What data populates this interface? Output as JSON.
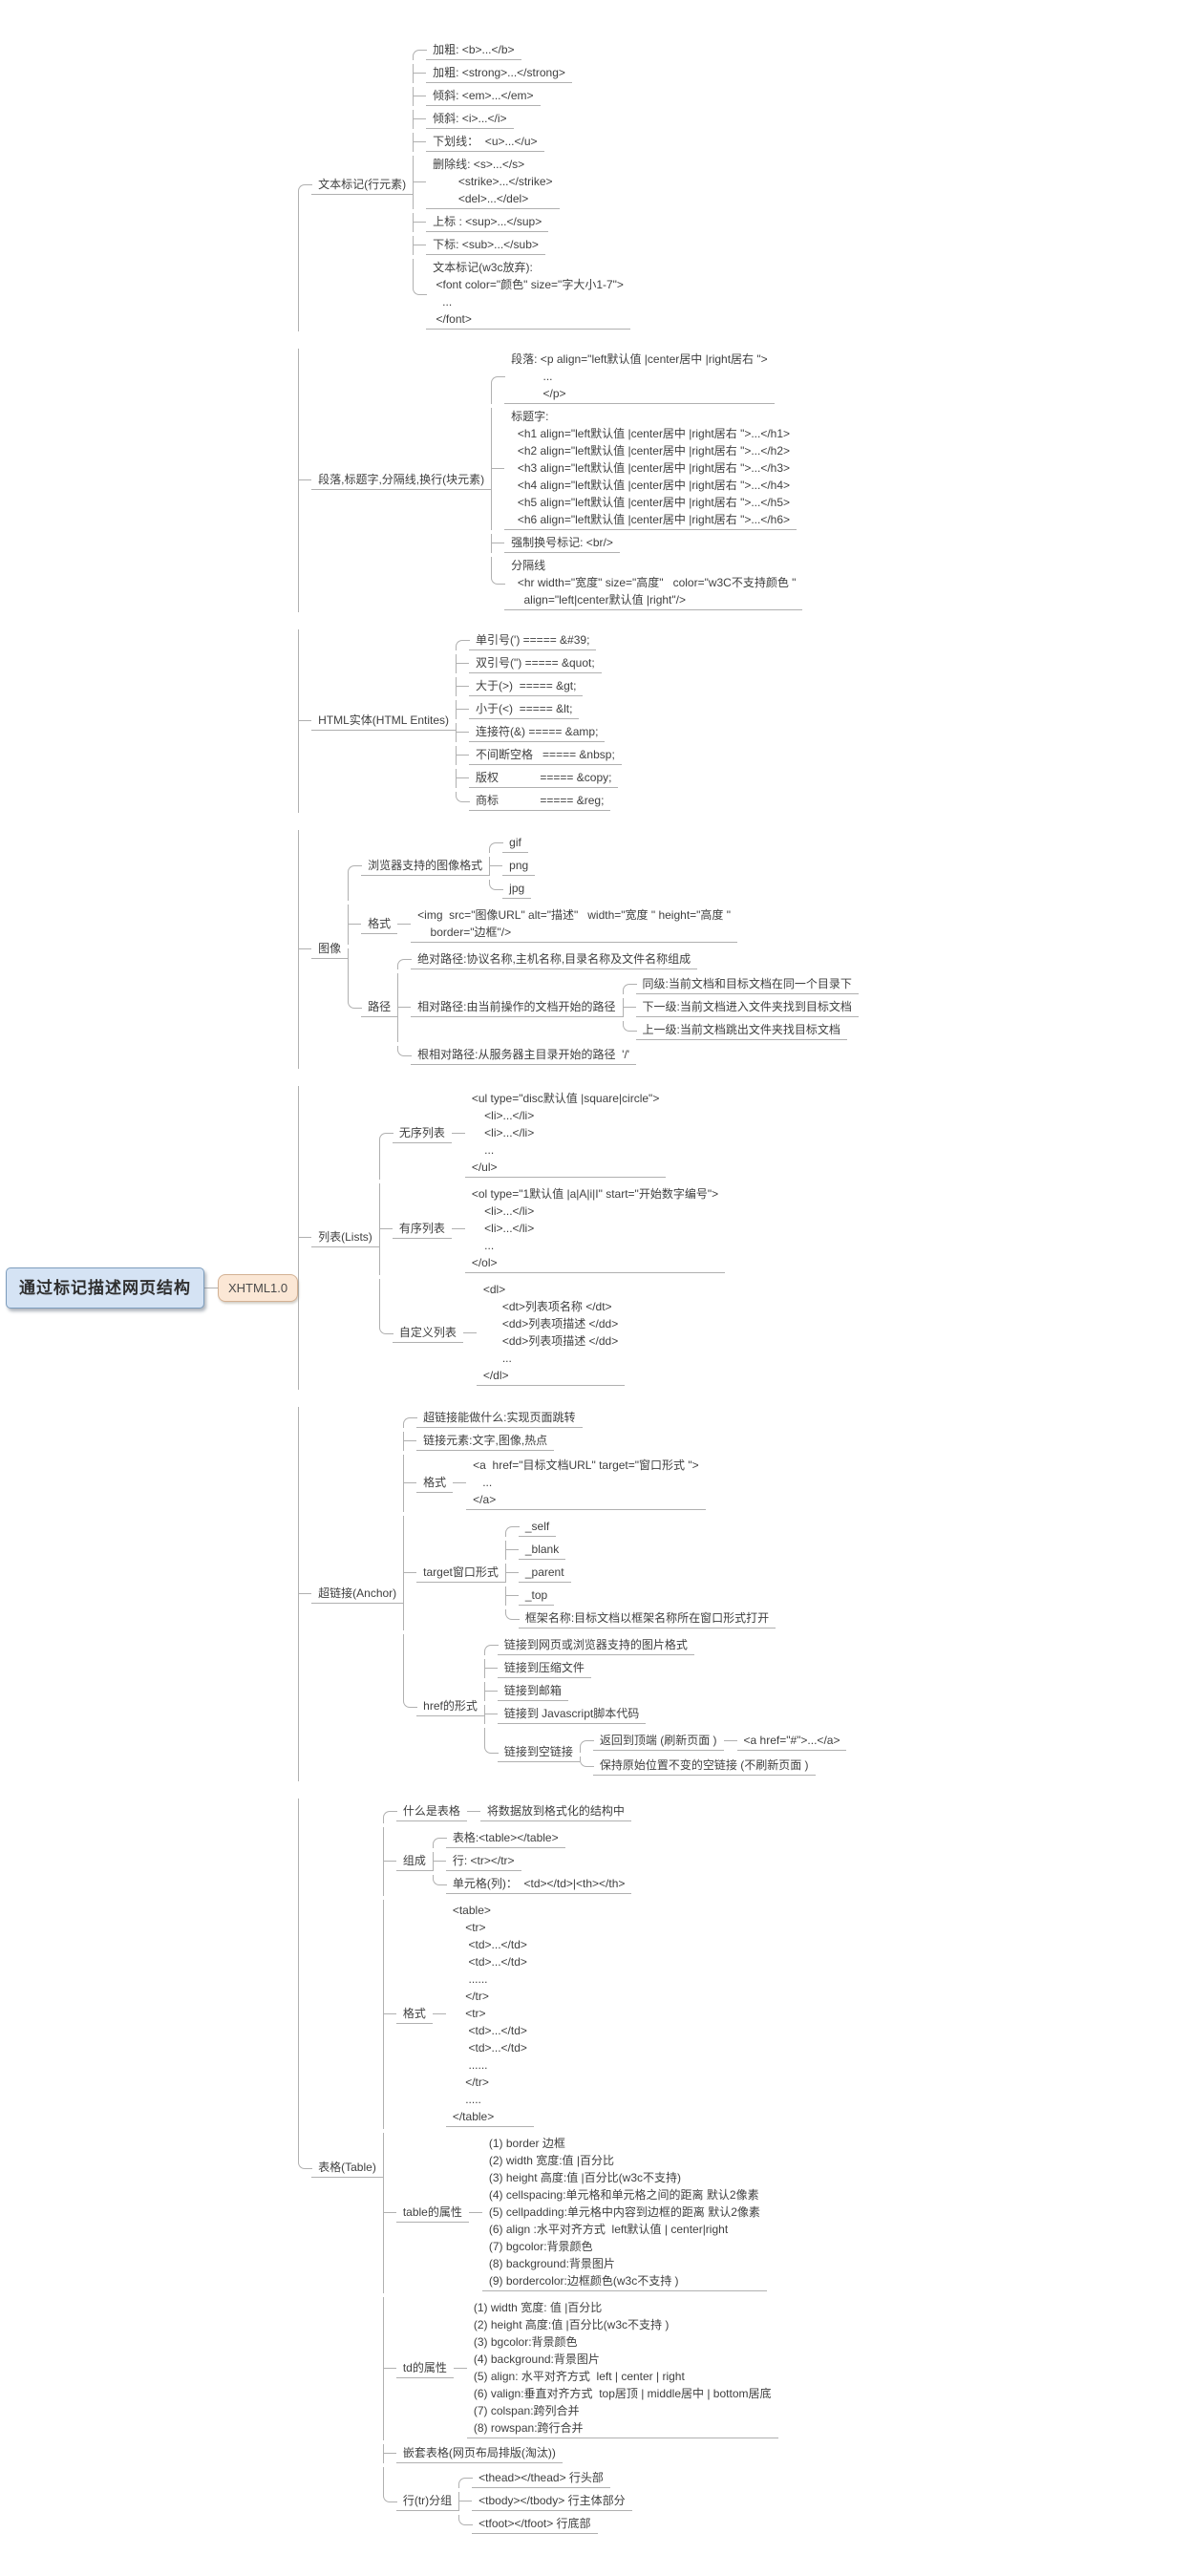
{
  "colors": {
    "line": "#b0b0b0",
    "text": "#3f3f3f",
    "root_bg": "#d5e3f4",
    "root_border": "#7d9dbd",
    "version_bg": "#fbe7d5",
    "version_border": "#d3b193"
  },
  "root": {
    "label": "通过标记描述网页结构"
  },
  "version": {
    "label": "XHTML1.0"
  },
  "branches": [
    {
      "label": "文本标记(行元素)",
      "children": [
        {
          "label": "加粗: <b>...</b>"
        },
        {
          "label": "加粗: <strong>...</strong>"
        },
        {
          "label": "倾斜: <em>...</em>"
        },
        {
          "label": "倾斜: <i>...</i>"
        },
        {
          "label": "下划线：  <u>...</u>"
        },
        {
          "label": "删除线: <s>...</s>\n        <strike>...</strike>\n        <del>...</del>"
        },
        {
          "label": "上标 : <sup>...</sup>"
        },
        {
          "label": "下标: <sub>...</sub>"
        },
        {
          "label": "文本标记(w3c放弃):\n <font color=\"颜色\" size=\"字大小1-7\">\n   ...\n </font>"
        }
      ]
    },
    {
      "label": "段落,标题字,分隔线,换行(块元素)",
      "children": [
        {
          "label": "段落: <p align=\"left默认值 |center居中 |right居右 \">\n          ...\n          </p>"
        },
        {
          "label": "标题字:\n  <h1 align=\"left默认值 |center居中 |right居右 \">...</h1>\n  <h2 align=\"left默认值 |center居中 |right居右 \">...</h2>\n  <h3 align=\"left默认值 |center居中 |right居右 \">...</h3>\n  <h4 align=\"left默认值 |center居中 |right居右 \">...</h4>\n  <h5 align=\"left默认值 |center居中 |right居右 \">...</h5>\n  <h6 align=\"left默认值 |center居中 |right居右 \">...</h6>"
        },
        {
          "label": "强制换号标记: <br/>"
        },
        {
          "label": "分隔线\n  <hr width=\"宽度\" size=\"高度\"   color=\"w3C不支持颜色 \"\n    align=\"left|center默认值 |right\"/>"
        }
      ]
    },
    {
      "label": "HTML实体(HTML Entites)",
      "children": [
        {
          "label": "单引号(') ===== &#39;"
        },
        {
          "label": "双引号(\") ===== &quot;"
        },
        {
          "label": "大于(>)  ===== &gt;"
        },
        {
          "label": "小于(<)  ===== &lt;"
        },
        {
          "label": "连接符(&) ===== &amp;"
        },
        {
          "label": "不间断空格   ===== &nbsp;"
        },
        {
          "label": "版权             ===== &copy;"
        },
        {
          "label": "商标             ===== &reg;"
        }
      ]
    },
    {
      "label": "图像",
      "children": [
        {
          "label": "浏览器支持的图像格式",
          "children": [
            {
              "label": "gif"
            },
            {
              "label": "png"
            },
            {
              "label": "jpg"
            }
          ]
        },
        {
          "label": "格式",
          "children": [
            {
              "label": "<img  src=\"图像URL\" alt=\"描述\"   width=\"宽度 \" height=\"高度 \"\n    border=\"边框\"/>"
            }
          ]
        },
        {
          "label": "路径",
          "children": [
            {
              "label": "绝对路径:协议名称,主机名称,目录名称及文件名称组成"
            },
            {
              "label": "相对路径:由当前操作的文档开始的路径",
              "children": [
                {
                  "label": "同级:当前文档和目标文档在同一个目录下"
                },
                {
                  "label": "下一级:当前文档进入文件夹找到目标文档"
                },
                {
                  "label": "上一级:当前文档跳出文件夹找目标文档"
                }
              ]
            },
            {
              "label": "根相对路径:从服务器主目录开始的路径  '/'"
            }
          ]
        }
      ]
    },
    {
      "label": "列表(Lists)",
      "children": [
        {
          "label": "无序列表",
          "children": [
            {
              "label": "<ul type=\"disc默认值 |square|circle\">\n    <li>...</li>\n    <li>...</li>\n    ...\n</ul>"
            }
          ]
        },
        {
          "label": "有序列表",
          "children": [
            {
              "label": "<ol type=\"1默认值 |a|A|i|I\" start=\"开始数字编号\">\n    <li>...</li>\n    <li>...</li>\n    ...\n</ol>"
            }
          ]
        },
        {
          "label": "自定义列表",
          "children": [
            {
              "label": "<dl>\n      <dt>列表项名称 </dt>\n      <dd>列表项描述 </dd>\n      <dd>列表项描述 </dd>\n      ...\n</dl>"
            }
          ]
        }
      ]
    },
    {
      "label": "超链接(Anchor)",
      "children": [
        {
          "label": "超链接能做什么:实现页面跳转"
        },
        {
          "label": "链接元素:文字,图像,热点"
        },
        {
          "label": "格式",
          "children": [
            {
              "label": "<a  href=\"目标文档URL\" target=\"窗口形式 \">\n   ...\n</a>"
            }
          ]
        },
        {
          "label": "target窗口形式",
          "children": [
            {
              "label": "_self"
            },
            {
              "label": "_blank"
            },
            {
              "label": "_parent"
            },
            {
              "label": "_top"
            },
            {
              "label": "框架名称:目标文档以框架名称所在窗口形式打开"
            }
          ]
        },
        {
          "label": "href的形式",
          "children": [
            {
              "label": "链接到网页或浏览器支持的图片格式"
            },
            {
              "label": "链接到压缩文件"
            },
            {
              "label": "链接到邮箱"
            },
            {
              "label": "链接到 Javascript脚本代码"
            },
            {
              "label": "链接到空链接",
              "children": [
                {
                  "label": "返回到顶端 (刷新页面 )",
                  "children": [
                    {
                      "label": "<a href=\"#\">...</a>"
                    }
                  ]
                },
                {
                  "label": "保持原始位置不变的空链接 (不刷新页面 )"
                }
              ]
            }
          ]
        }
      ]
    },
    {
      "label": "表格(Table)",
      "children": [
        {
          "label": "什么是表格",
          "children": [
            {
              "label": "将数据放到格式化的结构中"
            }
          ]
        },
        {
          "label": "组成",
          "children": [
            {
              "label": "表格:<table></table>"
            },
            {
              "label": "行: <tr></tr>"
            },
            {
              "label": "单元格(列)：  <td></td>|<th></th>"
            }
          ]
        },
        {
          "label": "格式",
          "children": [
            {
              "label": "<table>\n    <tr>\n     <td>...</td>\n     <td>...</td>\n     ......\n    </tr>\n    <tr>\n     <td>...</td>\n     <td>...</td>\n     ......\n    </tr>\n    .....\n</table>"
            }
          ]
        },
        {
          "label": "table的属性",
          "children": [
            {
              "label": "(1) border 边框\n(2) width 宽度:值 |百分比\n(3) height 高度:值 |百分比(w3c不支持)\n(4) cellspacing:单元格和单元格之间的距离 默认2像素\n(5) cellpadding:单元格中内容到边框的距离 默认2像素\n(6) align :水平对齐方式  left默认值 | center|right\n(7) bgcolor:背景颜色\n(8) background:背景图片\n(9) bordercolor:边框颜色(w3c不支持 )"
            }
          ]
        },
        {
          "label": "td的属性",
          "children": [
            {
              "label": "(1) width 宽度: 值 |百分比\n(2) height 高度:值 |百分比(w3c不支持 )\n(3) bgcolor:背景颜色\n(4) background:背景图片\n(5) align: 水平对齐方式  left | center | right\n(6) valign:垂直对齐方式  top居顶 | middle居中 | bottom居底\n(7) colspan:跨列合并\n(8) rowspan:跨行合并"
            }
          ]
        },
        {
          "label": "嵌套表格(网页布局排版(淘汰))"
        },
        {
          "label": "行(tr)分组",
          "children": [
            {
              "label": "<thead></thead> 行头部"
            },
            {
              "label": "<tbody></tbody> 行主体部分"
            },
            {
              "label": "<tfoot></tfoot> 行底部"
            }
          ]
        }
      ]
    }
  ]
}
